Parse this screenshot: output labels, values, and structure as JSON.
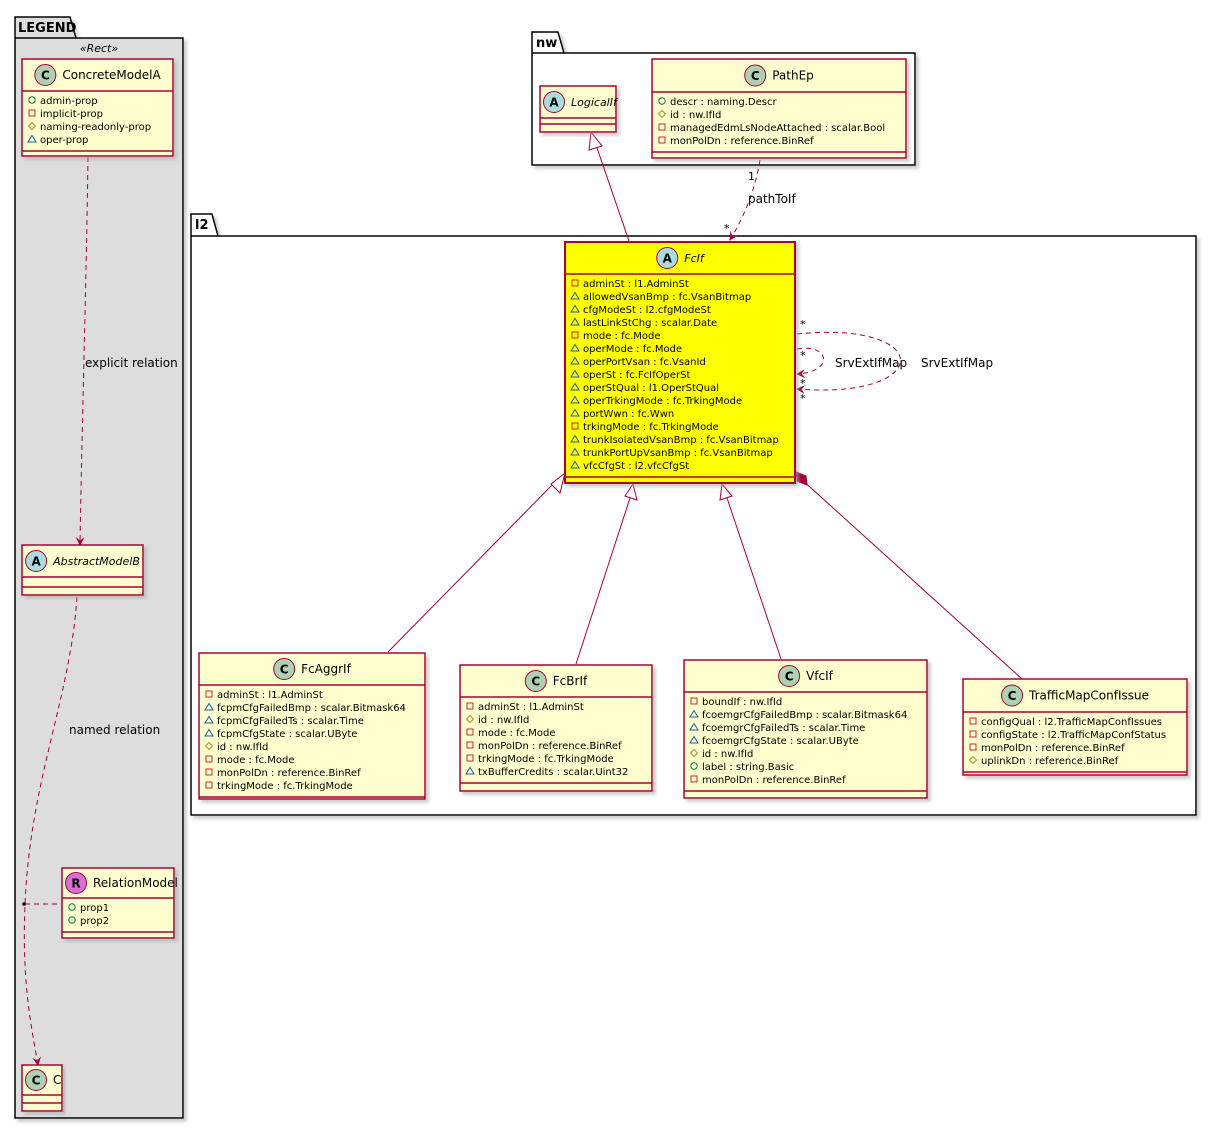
{
  "packages": {
    "legend": "LEGEND",
    "nw": "nw",
    "l2": "l2"
  },
  "legend": {
    "stereotype": "«Rect»",
    "concrete": {
      "name": "ConcreteModelA",
      "attrs": [
        "admin-prop",
        "implicit-prop",
        "naming-readonly-prop",
        "oper-prop"
      ]
    },
    "abstract": {
      "name": "AbstractModelB"
    },
    "relation_model": {
      "name": "RelationModel",
      "attrs": [
        "prop1",
        "prop2"
      ]
    },
    "c": {
      "name": "C"
    },
    "explicit_relation": "explicit relation",
    "named_relation": "named relation"
  },
  "nw": {
    "logical_if": {
      "name": "LogicalIf"
    },
    "path_ep": {
      "name": "PathEp",
      "attrs": [
        "descr : naming.Descr",
        "id : nw.IfId",
        "managedEdmLsNodeAttached : scalar.Bool",
        "monPolDn : reference.BinRef"
      ]
    }
  },
  "l2": {
    "fc_if": {
      "name": "FcIf",
      "attrs": [
        "adminSt : l1.AdminSt",
        "allowedVsanBmp : fc.VsanBitmap",
        "cfgModeSt : l2.cfgModeSt",
        "lastLinkStChg : scalar.Date",
        "mode : fc.Mode",
        "operMode : fc.Mode",
        "operPortVsan : fc.VsanId",
        "operSt : fc.FcIfOperSt",
        "operStQual : l1.OperStQual",
        "operTrkingMode : fc.TrkingMode",
        "portWwn : fc.Wwn",
        "trkingMode : fc.TrkingMode",
        "trunkIsolatedVsanBmp : fc.VsanBitmap",
        "trunkPortUpVsanBmp : fc.VsanBitmap",
        "vfcCfgSt : l2.vfcCfgSt"
      ]
    },
    "fc_aggr_if": {
      "name": "FcAggrIf",
      "attrs": [
        "adminSt : l1.AdminSt",
        "fcpmCfgFailedBmp : scalar.Bitmask64",
        "fcpmCfgFailedTs : scalar.Time",
        "fcpmCfgState : scalar.UByte",
        "id : nw.IfId",
        "mode : fc.Mode",
        "monPolDn : reference.BinRef",
        "trkingMode : fc.TrkingMode"
      ]
    },
    "fc_br_if": {
      "name": "FcBrIf",
      "attrs": [
        "adminSt : l1.AdminSt",
        "id : nw.IfId",
        "mode : fc.Mode",
        "monPolDn : reference.BinRef",
        "trkingMode : fc.TrkingMode",
        "txBufferCredits : scalar.Uint32"
      ]
    },
    "vfc_if": {
      "name": "VfcIf",
      "attrs": [
        "boundIf : nw.IfId",
        "fcoemgrCfgFailedBmp : scalar.Bitmask64",
        "fcoemgrCfgFailedTs : scalar.Time",
        "fcoemgrCfgState : scalar.UByte",
        "id : nw.IfId",
        "label : string.Basic",
        "monPolDn : reference.BinRef"
      ]
    },
    "traffic_map_conf_issue": {
      "name": "TrafficMapConfIssue",
      "attrs": [
        "configQual : l2.TrafficMapConfIssues",
        "configState : l2.TrafficMapConfStatus",
        "monPolDn : reference.BinRef",
        "uplinkDn : reference.BinRef"
      ]
    }
  },
  "relations": {
    "path_to_if": "pathToIf",
    "path_to_if_src_mult": "1",
    "path_to_if_dst_mult": "*",
    "srv_ext_if_map_inner": "SrvExtIfMap",
    "srv_ext_if_map_outer": "SrvExtIfMap",
    "star": "*"
  },
  "visibility": {
    "public": "+",
    "private": "-",
    "protected": "#",
    "package": "~"
  },
  "colors": {
    "class_fill": "#FEFECE",
    "class_border": "#A80036",
    "highlight_fill": "#FFFF00",
    "relation": "#A80036",
    "legend_bg": "#DDDDDD",
    "class_circle": "#ADD1B2",
    "abstract_circle": "#A9DCDF",
    "relation_circle": "#DA70D6"
  }
}
